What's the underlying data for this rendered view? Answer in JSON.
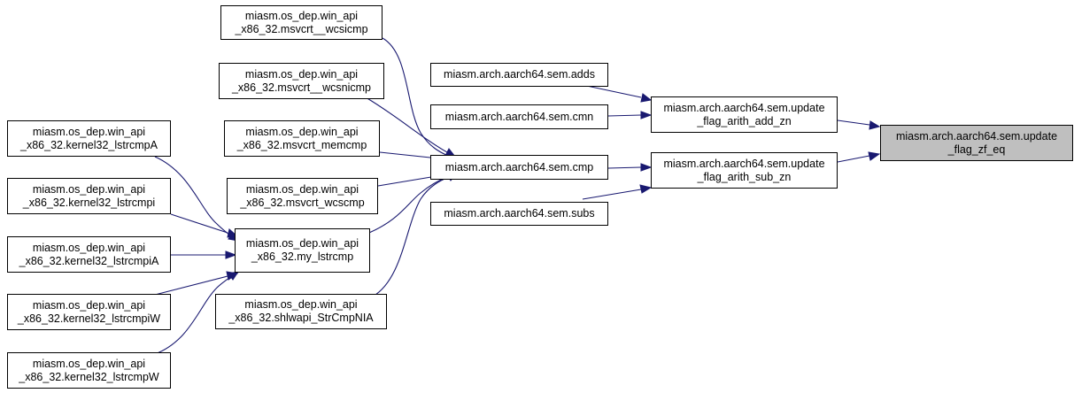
{
  "colors": {
    "edge": "#191970",
    "root_fill": "#bfbfbf",
    "node_fill": "#ffffff",
    "border": "#000000"
  },
  "nodes": {
    "update_flag_zf_eq": "miasm.arch.aarch64.sem.update\n_flag_zf_eq",
    "update_flag_arith_add_zn": "miasm.arch.aarch64.sem.update\n_flag_arith_add_zn",
    "update_flag_arith_sub_zn": "miasm.arch.aarch64.sem.update\n_flag_arith_sub_zn",
    "adds": "miasm.arch.aarch64.sem.adds",
    "cmn": "miasm.arch.aarch64.sem.cmn",
    "cmp": "miasm.arch.aarch64.sem.cmp",
    "subs": "miasm.arch.aarch64.sem.subs",
    "msvcrt_wcsicmp": "miasm.os_dep.win_api\n_x86_32.msvcrt__wcsicmp",
    "msvcrt_wcsnicmp": "miasm.os_dep.win_api\n_x86_32.msvcrt__wcsnicmp",
    "msvcrt_memcmp": "miasm.os_dep.win_api\n_x86_32.msvcrt_memcmp",
    "msvcrt_wcscmp": "miasm.os_dep.win_api\n_x86_32.msvcrt_wcscmp",
    "my_lstrcmp": "miasm.os_dep.win_api\n_x86_32.my_lstrcmp",
    "shlwapi_StrCmpNIA": "miasm.os_dep.win_api\n_x86_32.shlwapi_StrCmpNIA",
    "kernel32_lstrcmpA": "miasm.os_dep.win_api\n_x86_32.kernel32_lstrcmpA",
    "kernel32_lstrcmpi": "miasm.os_dep.win_api\n_x86_32.kernel32_lstrcmpi",
    "kernel32_lstrcmpiA": "miasm.os_dep.win_api\n_x86_32.kernel32_lstrcmpiA",
    "kernel32_lstrcmpiW": "miasm.os_dep.win_api\n_x86_32.kernel32_lstrcmpiW",
    "kernel32_lstrcmpW": "miasm.os_dep.win_api\n_x86_32.kernel32_lstrcmpW"
  }
}
